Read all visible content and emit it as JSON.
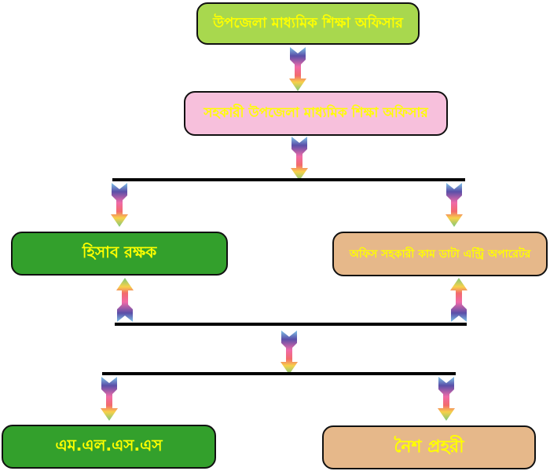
{
  "nodes": {
    "upazila_officer": "উপজেলা মাধ্যমিক শিক্ষা অফিসার",
    "assistant_officer": "সহকারী উপজেলা মাধ্যমিক শিক্ষা অফিসার",
    "accountant": "হিসাব রক্ষক",
    "office_assistant": "অফিস সহকারী কাম ডাটা এন্ট্রি অপারেটর",
    "mlss": "এম.এল.এস.এস",
    "night_guard": "নৈশ প্রহরী"
  },
  "colors": {
    "level1": "#a8d84e",
    "level2": "#f7c0dc",
    "green": "#33a02c",
    "tan": "#e6b88a",
    "text": "#ffff00"
  }
}
